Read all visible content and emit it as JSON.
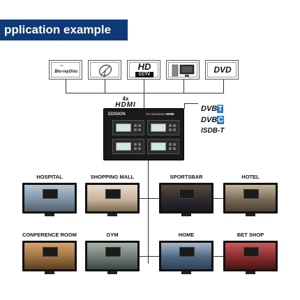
{
  "title": "pplication example",
  "hdmi": {
    "count": "4x",
    "label": "HDMI"
  },
  "device": {
    "brand": "EDISION",
    "model": "HD Modulator",
    "label": "HDMI"
  },
  "sources": [
    {
      "name": "blu-ray-source",
      "text": "Blu-rayDisc"
    },
    {
      "name": "satellite-source",
      "text": ""
    },
    {
      "name": "hd-cctv-source",
      "text": "HD",
      "subtext": "CCTV"
    },
    {
      "name": "pc-source",
      "text": ""
    },
    {
      "name": "dvd-source",
      "text": "DVD"
    }
  ],
  "standards": [
    {
      "prefix": "DVB",
      "suffix": "T"
    },
    {
      "prefix": "DVB",
      "suffix": "C"
    },
    {
      "prefix": "ISDB-T",
      "suffix": ""
    }
  ],
  "venues": [
    {
      "label": "HOSPITAL",
      "colors": [
        "#7d93a8",
        "#b8c6cf",
        "#55606a"
      ]
    },
    {
      "label": "SHOPPING MALL",
      "colors": [
        "#c9b49a",
        "#e6dccb",
        "#7a6b55"
      ]
    },
    {
      "label": "SPORTSBAR",
      "colors": [
        "#2d2a30",
        "#5a4a3a",
        "#1a1820"
      ]
    },
    {
      "label": "HOTEL",
      "colors": [
        "#7a6a58",
        "#c7b59c",
        "#4b4036"
      ]
    },
    {
      "label": "CONFERENCE ROOM",
      "colors": [
        "#9b7040",
        "#d5a46a",
        "#5a3d1f"
      ]
    },
    {
      "label": "GYM",
      "colors": [
        "#6d7a72",
        "#a8b2aa",
        "#3d4641"
      ]
    },
    {
      "label": "HOME",
      "colors": [
        "#4a6680",
        "#a7b9c7",
        "#2f4152"
      ]
    },
    {
      "label": "BET SHOP",
      "colors": [
        "#8a2a2a",
        "#c9595a",
        "#4a1515"
      ]
    }
  ]
}
